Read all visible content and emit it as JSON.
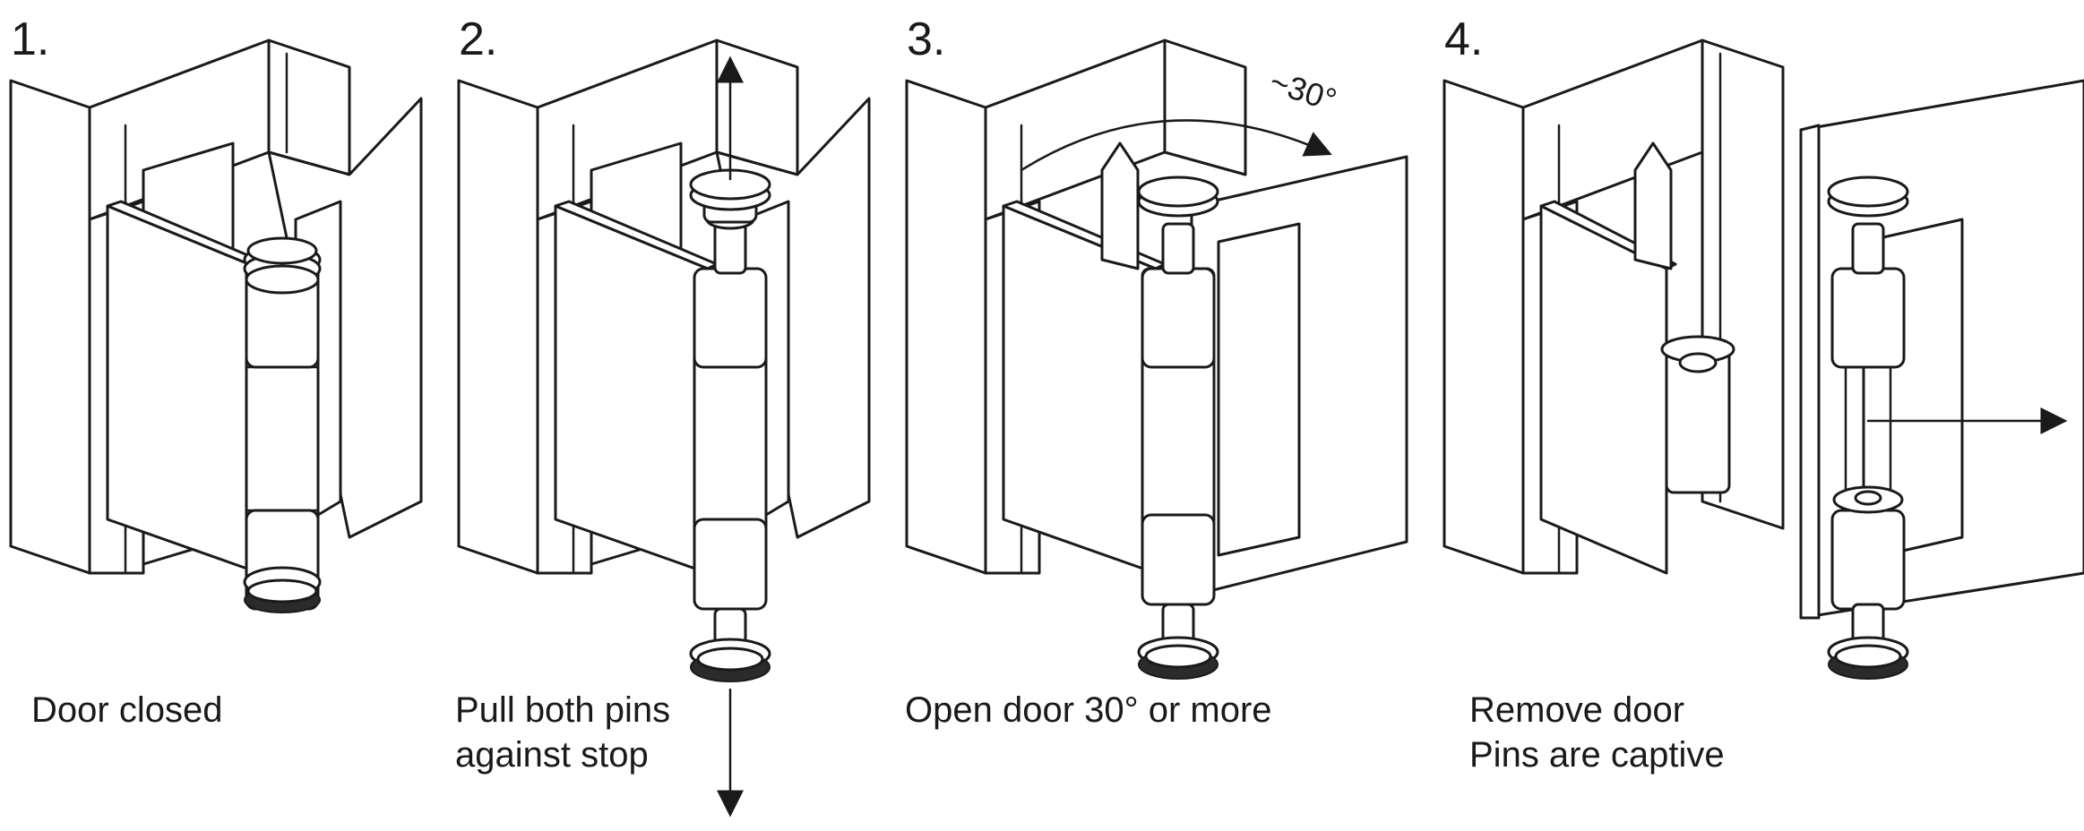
{
  "steps": [
    {
      "number": "1.",
      "caption_lines": [
        "Door closed"
      ]
    },
    {
      "number": "2.",
      "caption_lines": [
        "Pull both pins",
        "against stop"
      ]
    },
    {
      "number": "3.",
      "caption_lines": [
        "Open door 30° or more"
      ],
      "angle_label": "~30°"
    },
    {
      "number": "4.",
      "caption_lines": [
        "Remove door",
        "Pins are captive"
      ]
    }
  ],
  "colors": {
    "line": "#1a1a1a",
    "fill": "#ffffff",
    "shade": "#cfcfcf"
  }
}
